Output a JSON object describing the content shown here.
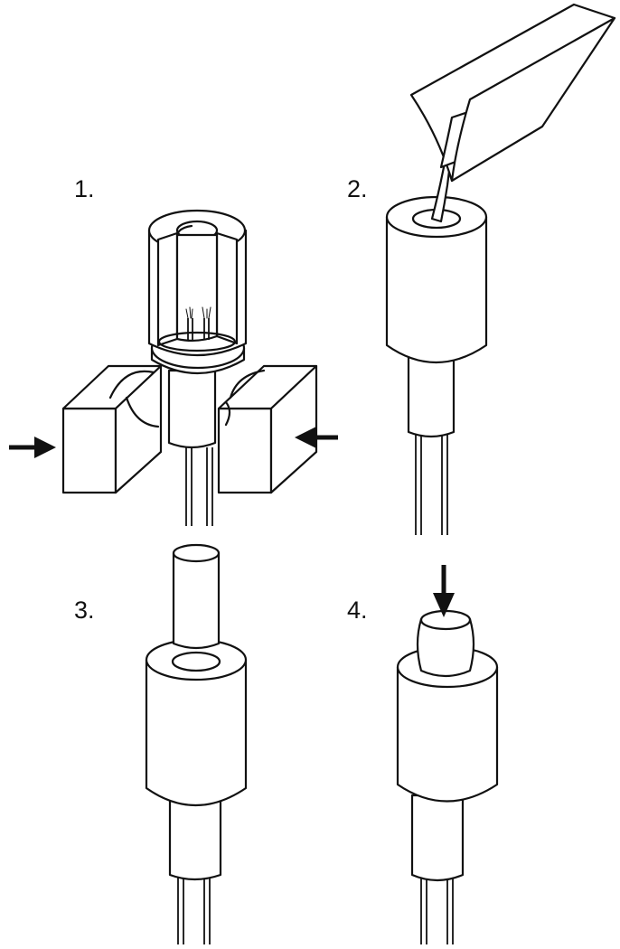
{
  "steps": [
    {
      "label": "1.",
      "description_icon": "split-mold-clamp-icon"
    },
    {
      "label": "2.",
      "description_icon": "pour-powder-icon"
    },
    {
      "label": "3.",
      "description_icon": "insert-plunger-icon"
    },
    {
      "label": "4.",
      "description_icon": "press-plunger-icon"
    }
  ],
  "colors": {
    "stroke": "#111111",
    "fill": "#ffffff"
  }
}
